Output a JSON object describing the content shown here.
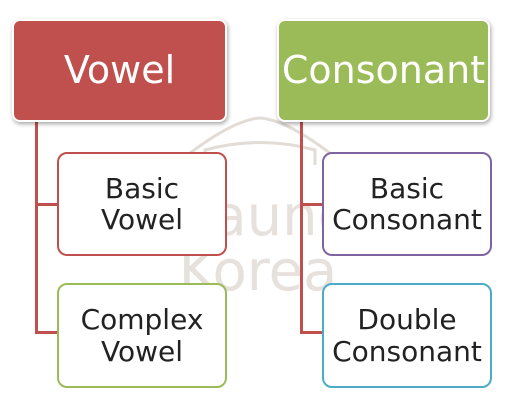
{
  "watermark": {
    "line1": "Saung",
    "line2": "Korea"
  },
  "columns": [
    {
      "header": {
        "label": "Vowel",
        "color": "#c0504d"
      },
      "items": [
        {
          "lines": [
            "Basic",
            "Vowel"
          ],
          "border_color": "#c0504d"
        },
        {
          "lines": [
            "Complex",
            "Vowel"
          ],
          "border_color": "#9bbb59"
        }
      ]
    },
    {
      "header": {
        "label": "Consonant",
        "color": "#9bbb59"
      },
      "items": [
        {
          "lines": [
            "Basic",
            "Consonant"
          ],
          "border_color": "#8064a2"
        },
        {
          "lines": [
            "Double",
            "Consonant"
          ],
          "border_color": "#4bacc6"
        }
      ]
    }
  ],
  "connector_color": "#c0504d"
}
